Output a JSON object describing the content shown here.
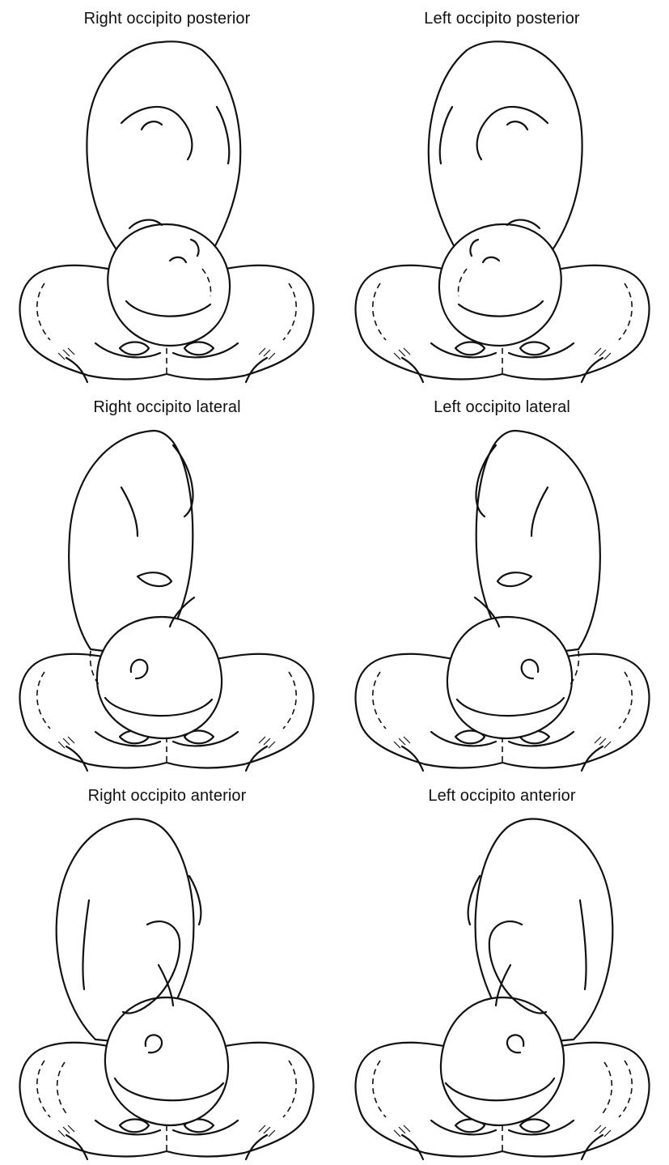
{
  "panels": [
    {
      "title": "Right occipito posterior",
      "side": "right",
      "occiput": "posterior"
    },
    {
      "title": "Left occipito posterior",
      "side": "left",
      "occiput": "posterior"
    },
    {
      "title": "Right occipito lateral",
      "side": "right",
      "occiput": "lateral"
    },
    {
      "title": "Left occipito lateral",
      "side": "left",
      "occiput": "lateral"
    },
    {
      "title": "Right occipito anterior",
      "side": "right",
      "occiput": "anterior"
    },
    {
      "title": "Left occipito anterior",
      "side": "left",
      "occiput": "anterior"
    }
  ]
}
